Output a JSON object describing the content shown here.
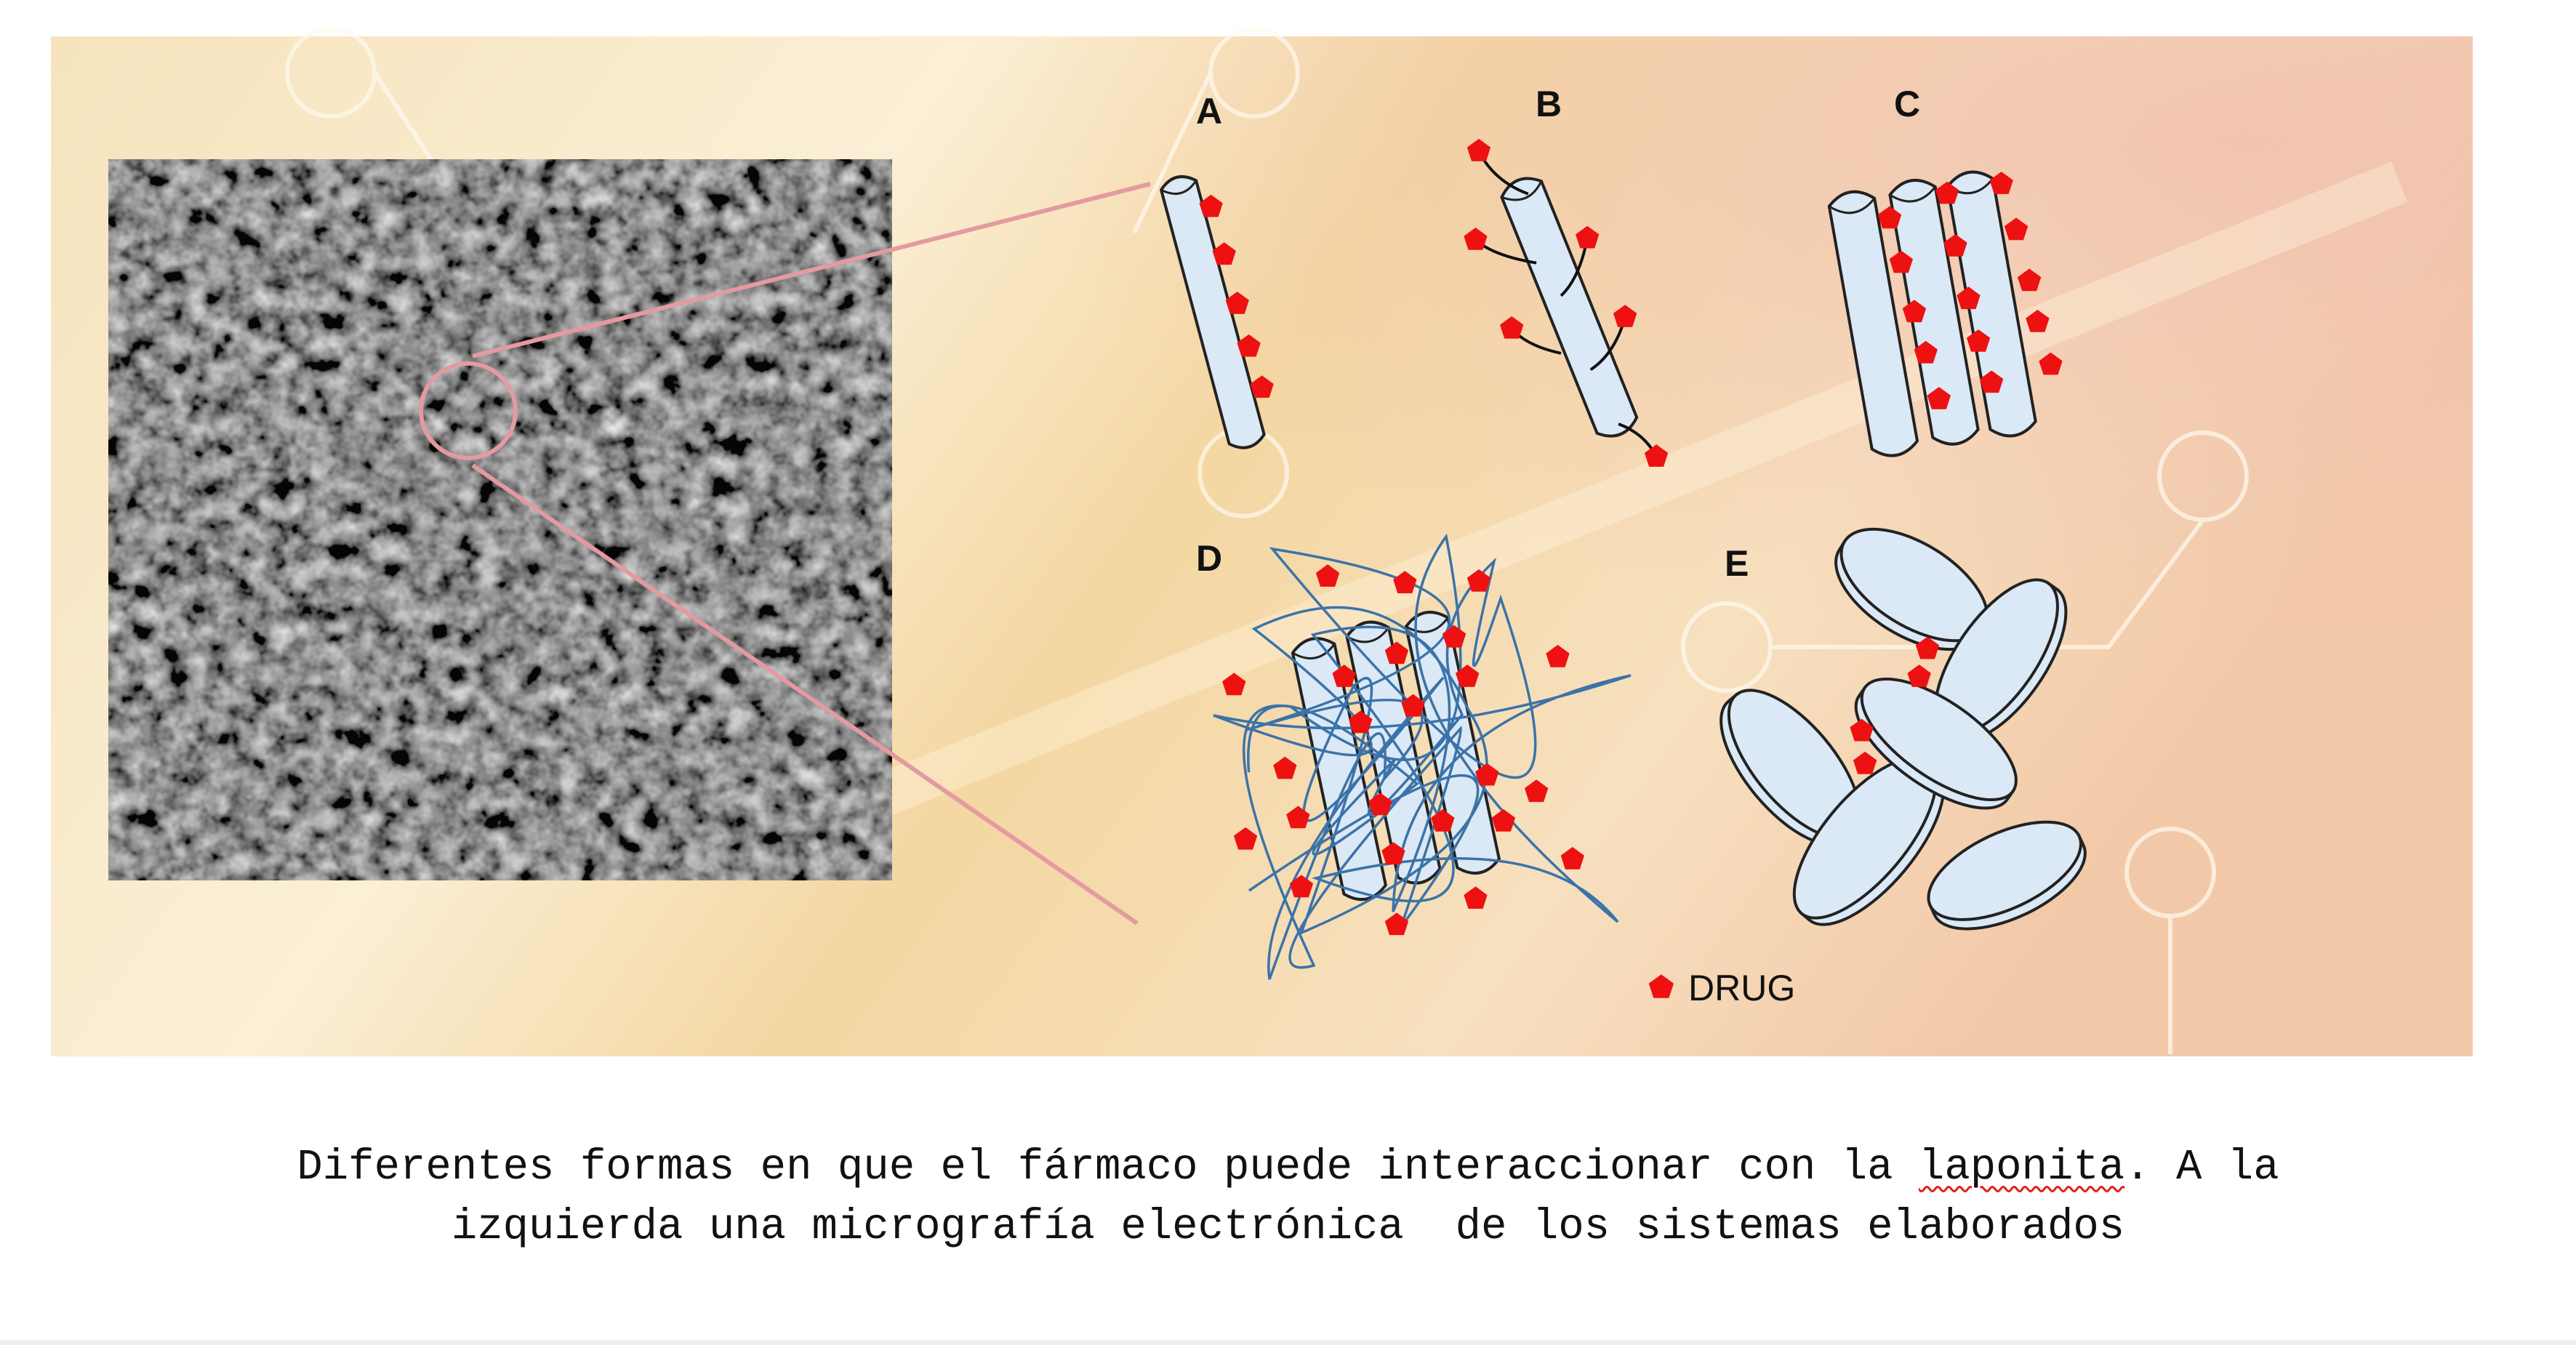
{
  "figure": {
    "panel_labels": [
      "A",
      "B",
      "C",
      "D",
      "E"
    ],
    "legend": {
      "label": "DRUG",
      "marker": "red-pentagon",
      "color": "#ee1111"
    },
    "colors": {
      "disk_fill": "#dbe8f5",
      "disk_stroke": "#222222",
      "polymer": "#3b73a8",
      "zoom_lines": "#e39aa0"
    }
  },
  "caption": {
    "line1_pre": "Diferentes formas en que el fármaco puede interaccionar con la ",
    "line1_flagged": "laponita",
    "line1_post": ". A la",
    "line2": "izquierda una micrografía electrónica  de los sistemas elaborados"
  }
}
